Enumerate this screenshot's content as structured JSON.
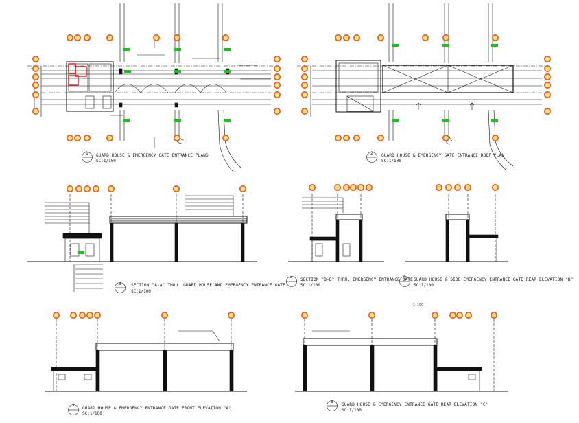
{
  "drawings": [
    {
      "num": "1",
      "title": "GUARD HOUSE & EMERGENCY GATE ENTRANCE PLANS",
      "scale": "SC:1/100"
    },
    {
      "num": "2",
      "title": "GUARD HOUSE & EMERGENCY GATE ENTRANCE ROOF PLAN",
      "scale": "SC:1/100"
    },
    {
      "num": "3",
      "title": "SECTION \"A-A\" THRU. GUARD HOUSE AND EMERGENCY ENTRANCE GATE",
      "scale": "SC:1/100"
    },
    {
      "num": "4",
      "title": "SECTION \"B-B\" THRU. EMERGENCY ENTRANCE GATE",
      "scale": "SC:1/100"
    },
    {
      "num": "5",
      "title": "GUARD HOUSE & SIDE EMERGENCY ENTRANCE GATE REAR ELEVATION \"B\"",
      "scale": "SC:1/100"
    },
    {
      "num": "7",
      "title": "GUARD HOUSE & EMERGENCY ENTRANCE GATE FRONT ELEVATION \"A\"",
      "scale": "SC:1/100"
    },
    {
      "num": "8",
      "title": "GUARD HOUSE & EMERGENCY ENTRANCE GATE REAR ELEVATION \"C\"",
      "scale": "SC:1/100"
    }
  ],
  "sheet_note": "1:100",
  "colors": {
    "line": "#111111",
    "grid_bubble": "#e8541c",
    "grid_bubble_fill": "#ffe27a",
    "tag_green": "#18c418",
    "highlight_red": "#e01010"
  }
}
